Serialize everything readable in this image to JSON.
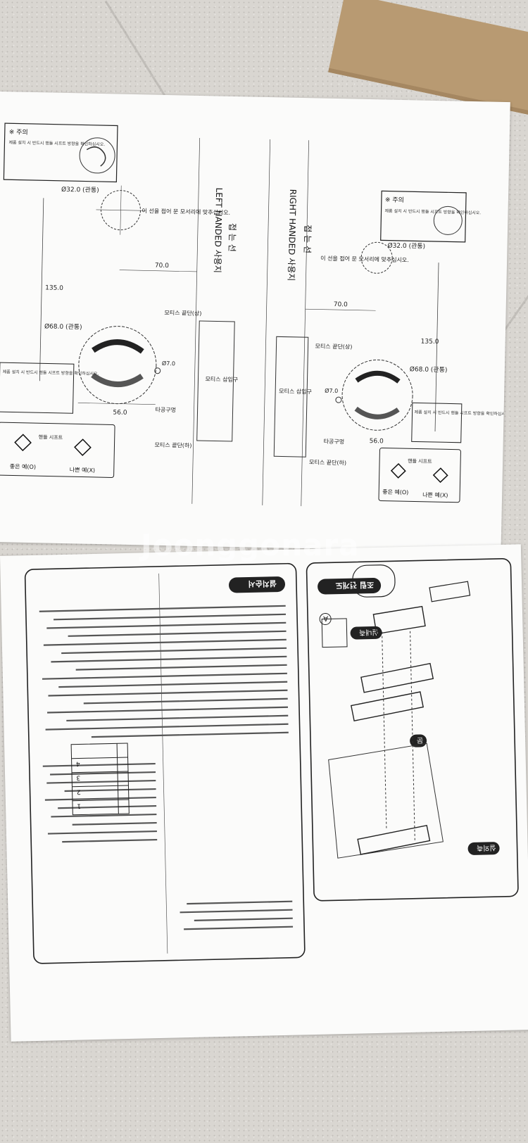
{
  "template_sheet": {
    "caution_title": "※ 주의",
    "caution_body": "제품 설치 시 반드시 핸들 시프트 방향을 확인하십시오.",
    "left_handed_label": "LEFT HANDED 사용지",
    "right_handed_label": "RIGHT HANDED 사용지",
    "fold_line": "접 는 선",
    "fold_instruction": "이 선을 접어 문 모서리에 맞추십시오.",
    "dim_32": "Ø32.0 (관통)",
    "dim_68": "Ø68.0 (관통)",
    "dim_7": "Ø7.0",
    "dim_135": "135.0",
    "dim_70": "70.0",
    "dim_56": "56.0",
    "mortise_top": "모티스 끝단(상)",
    "mortise_bottom": "모티스 끝단(하)",
    "mortise_insert": "모티스 삽입구",
    "tap_hole": "타공구멍",
    "handle_shift": "핸들 시프트",
    "good_example": "좋은 예(O)",
    "bad_example": "나쁜 예(X)"
  },
  "manual_sheet": {
    "assembly_title": "조립 전개도",
    "indoor": "실내측",
    "outdoor": "실외측",
    "door": "문",
    "detail_a": "A",
    "install_title": "설치순서",
    "table_rows": [
      {
        "no": "1",
        "item": ""
      },
      {
        "no": "2",
        "item": ""
      },
      {
        "no": "3",
        "item": ""
      },
      {
        "no": "4",
        "item": ""
      }
    ]
  },
  "watermark": "Joonggonara",
  "colors": {
    "paper": "#fbfbfa",
    "ink": "#222222",
    "floor": "#d9d6d1",
    "cardboard": "#b89a72"
  }
}
